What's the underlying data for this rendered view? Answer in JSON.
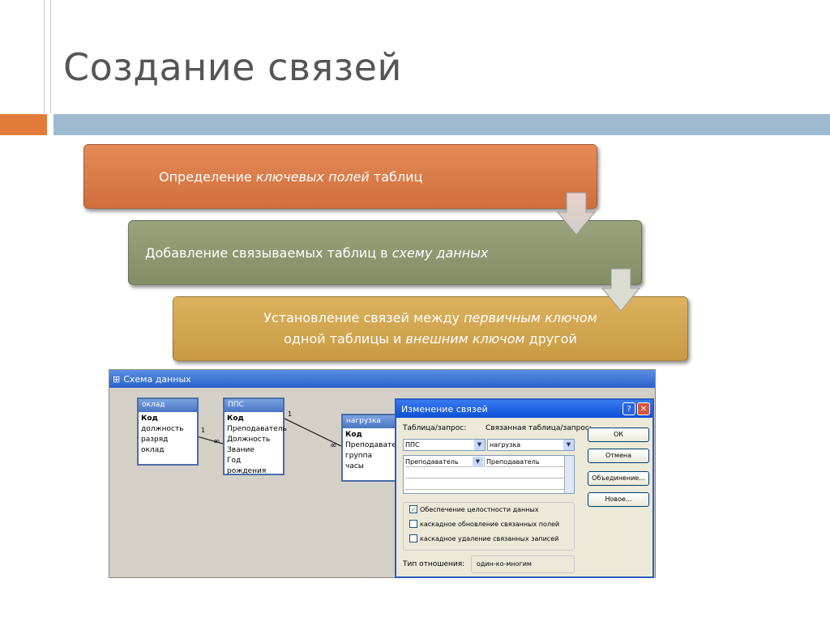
{
  "slide": {
    "title": "Создание связей"
  },
  "steps": {
    "step1": {
      "pre": "Определение ",
      "em": "ключевых полей",
      "post": " таблиц"
    },
    "step2": {
      "pre": "Добавление связываемых таблиц в ",
      "em": "схему данных",
      "post": ""
    },
    "step3": {
      "line1_pre": "Установление связей между ",
      "line1_em": "первичным ключом",
      "line2_pre": "одной таблицы и ",
      "line2_em": "внешним ключом",
      "line2_post": " другой"
    }
  },
  "window": {
    "title": "Схема данных"
  },
  "tables": [
    {
      "name": "оклад",
      "fields": [
        "Код",
        "должность",
        "разряд",
        "оклад"
      ]
    },
    {
      "name": "ППС",
      "fields": [
        "Код",
        "Преподаватель",
        "Должность",
        "Звание",
        "Год рождения"
      ]
    },
    {
      "name": "нагрузка",
      "fields": [
        "Код",
        "Преподаватель",
        "группа",
        "часы"
      ]
    }
  ],
  "relations": {
    "one": "1",
    "many": "∞"
  },
  "dialog": {
    "title": "Изменение связей",
    "help": "?",
    "close": "✕",
    "table_label": "Таблица/запрос:",
    "related_label": "Связанная таблица/запрос:",
    "table_value": "ППС",
    "related_value": "нагрузка",
    "field_left": "Преподаватель",
    "field_right": "Преподаватель",
    "enforce": "Обеспечение целостности данных",
    "cascade_update": "каскадное обновление связанных полей",
    "cascade_delete": "каскадное удаление связанных записей",
    "type_label": "Тип отношения:",
    "type_value": "один-ко-многим",
    "buttons": {
      "ok": "ОК",
      "cancel": "Отмена",
      "join": "Объединение...",
      "new": "Новое..."
    }
  }
}
